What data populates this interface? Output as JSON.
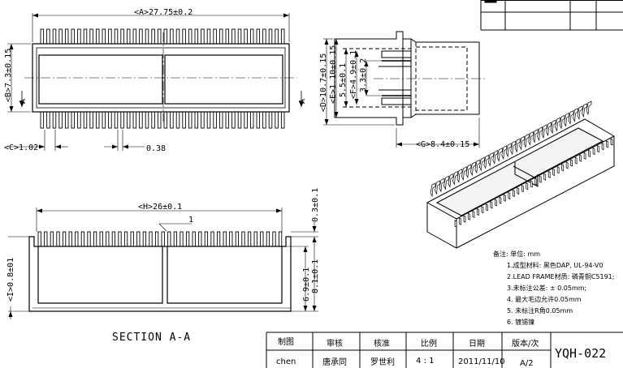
{
  "top_view": {
    "dim_a": "<A>27.75±0.2",
    "dim_b": "<B>7.3±0.15",
    "dim_c": "<C>1.02",
    "dim_pitch": "0.38",
    "section_mark_left": "A",
    "section_mark_right": "A"
  },
  "side_view": {
    "dim_d": "<D>10.7±0.15",
    "dim_e": "<E>1.10±0.15",
    "dim_55": "5.5±0.1",
    "dim_f": "<F>4.9±0.1",
    "dim_33": "3.3±0.2",
    "dim_g": "<G>8.4±0.15"
  },
  "section_view": {
    "dim_h": "<H>26±0.1",
    "dim_1": "1",
    "dim_03": "0.3±0.1",
    "dim_i": "<I>0.8±01",
    "dim_69": "6.9±0.1",
    "dim_81": "8.1±0.1",
    "title": "SECTION  A-A"
  },
  "notes": {
    "header": "备注:    单位: mm",
    "lines": [
      "1.成型材料:  黑色DAP, UL-94-V0",
      "2.LEAD  FRAME材质: 磷青铜C5191;",
      "3.未标注公差:  ± 0.05mm;",
      "4.  最大毛边允许0.05mm",
      "5.  未标注R角0.05mm",
      "6.  镀锡镍"
    ]
  },
  "title_block": {
    "headers": [
      "制图",
      "审核",
      "核准",
      "比例",
      "日期",
      "版本/次"
    ],
    "values": [
      "chen",
      "唐承同",
      "罗世利",
      "4 : 1",
      "2011/11/10",
      "A/2"
    ],
    "drawing_no": "YQH-022"
  }
}
